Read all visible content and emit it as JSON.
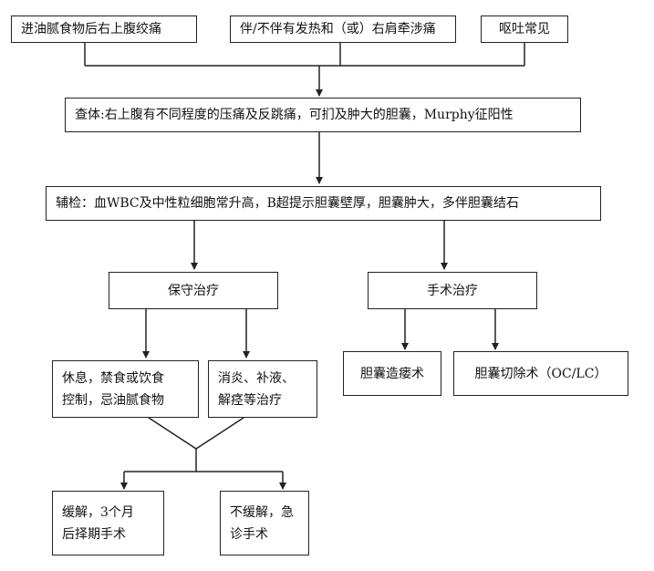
{
  "flowchart": {
    "symptom_1": "进油腻食物后右上腹绞痛",
    "symptom_2": "伴/不伴有发热和（或）右肩牵涉痛",
    "symptom_3": "呕吐常见",
    "exam": "查体:右上腹有不同程度的压痛及反跳痛，可扪及肿大的胆囊，Murphy征阳性",
    "aux": "辅检：血WBC及中性粒细胞常升高，B超提示胆囊壁厚，胆囊肿大，多伴胆囊结石",
    "conservative": "保守治疗",
    "surgical": "手术治疗",
    "rest": "休息，禁食或饮食\n控制，忌油腻食物",
    "anti": "消炎、补液、\n解痉等治疗",
    "cholecystostomy": "胆囊造瘘术",
    "cholecystectomy": "胆囊切除术（OC/LC）",
    "relief": "缓解，3个月\n后择期手术",
    "no_relief": "不缓解，急\n诊手术"
  }
}
